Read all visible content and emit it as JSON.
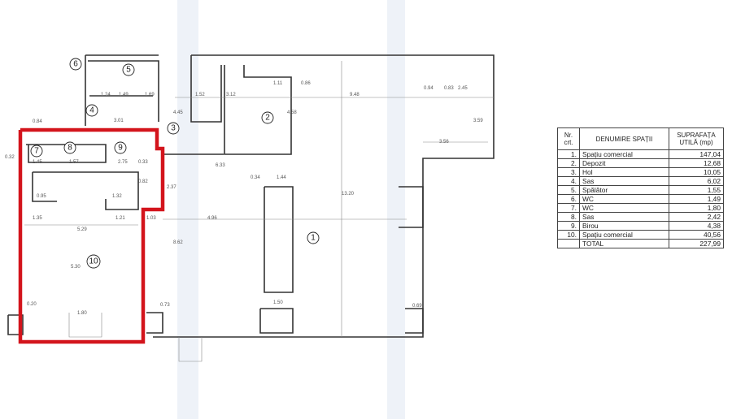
{
  "table": {
    "headers": {
      "nr": "Nr. crt.",
      "name": "DENUMIRE SPAȚII",
      "area": "SUPRAFAȚA UTILĂ (mp)"
    },
    "rows": [
      {
        "nr": "1.",
        "name": "Spațiu comercial",
        "area": "147,04"
      },
      {
        "nr": "2.",
        "name": "Depozit",
        "area": "12,68"
      },
      {
        "nr": "3.",
        "name": "Hol",
        "area": "10,05"
      },
      {
        "nr": "4.",
        "name": "Sas",
        "area": "6,02"
      },
      {
        "nr": "5.",
        "name": "Spălător",
        "area": "1,55"
      },
      {
        "nr": "6.",
        "name": "WC",
        "area": "1,49"
      },
      {
        "nr": "7.",
        "name": "WC",
        "area": "1,80"
      },
      {
        "nr": "8.",
        "name": "Sas",
        "area": "2,42"
      },
      {
        "nr": "9.",
        "name": "Birou",
        "area": "4,38"
      },
      {
        "nr": "10.",
        "name": "Spațiu comercial",
        "area": "40,56"
      }
    ],
    "total": {
      "label": "TOTAL",
      "area": "227,99"
    }
  },
  "rooms": [
    "1",
    "2",
    "3",
    "4",
    "5",
    "6",
    "7",
    "8",
    "9",
    "10"
  ],
  "highlight_color": "#d3141c",
  "dims": [
    "0.84",
    "0.32",
    "1.45",
    "1.57",
    "2.75",
    "0.33",
    "1.24",
    "1.49",
    "1.69",
    "1.52",
    "3.12",
    "9.48",
    "3.01",
    "4.45",
    "4.58",
    "6.33",
    "0.34",
    "1.44",
    "2.37",
    "0.95",
    "1.32",
    "0.82",
    "1.35",
    "1.21",
    "1.03",
    "4.96",
    "5.29",
    "5.30",
    "8.62",
    "13.20",
    "3.59",
    "3.56",
    "0.94",
    "0.83",
    "2.45",
    "1.50",
    "1.80",
    "0.73",
    "0.20",
    "0.69",
    "1.11",
    "0.86"
  ]
}
